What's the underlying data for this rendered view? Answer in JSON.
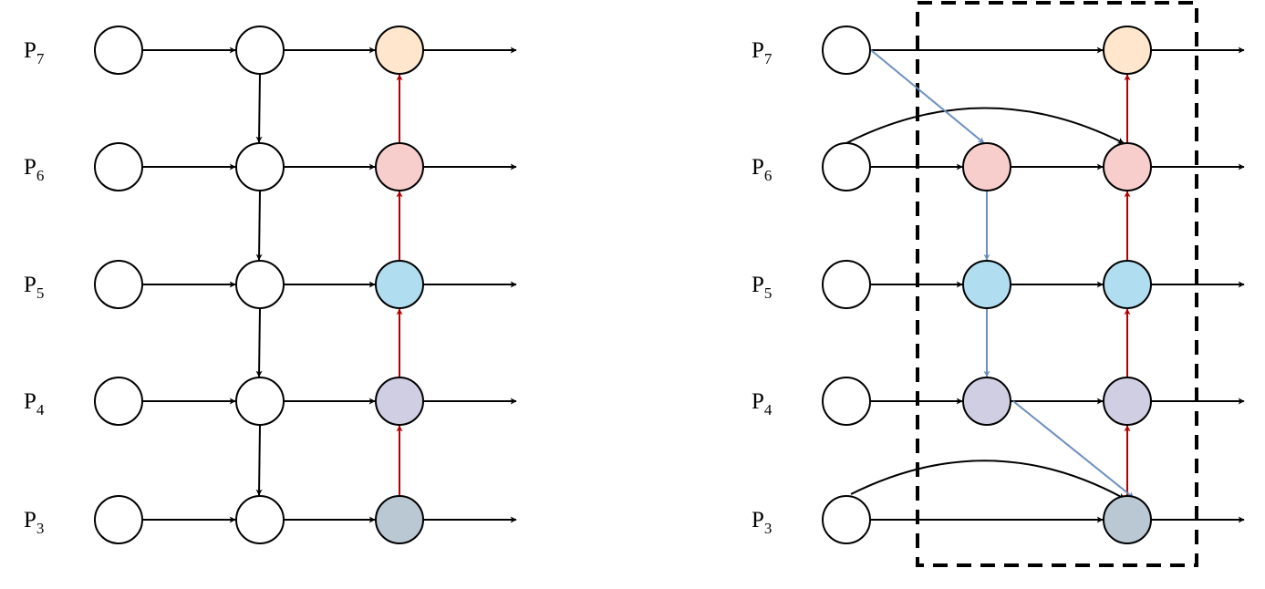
{
  "levels": [
    {
      "id": "p7",
      "base": "P",
      "sub": "7"
    },
    {
      "id": "p6",
      "base": "P",
      "sub": "6"
    },
    {
      "id": "p5",
      "base": "P",
      "sub": "5"
    },
    {
      "id": "p4",
      "base": "P",
      "sub": "4"
    },
    {
      "id": "p3",
      "base": "P",
      "sub": "3"
    }
  ],
  "colors": {
    "p7": "#ffe6cc",
    "p6": "#f8cecc",
    "p5": "#b1ddf0",
    "p4": "#d0cee2",
    "p3": "#bac8d3",
    "empty": "#ffffff",
    "black_edge": "#000000",
    "red_edge": "#b20000",
    "blue_edge": "#6c8ebf"
  },
  "left_diagram": {
    "columns": [
      "input",
      "top-down",
      "bottom-up"
    ],
    "top_down_path": [
      "p7",
      "p6",
      "p5",
      "p4",
      "p3"
    ],
    "bottom_up_path": [
      "p3",
      "p4",
      "p5",
      "p6",
      "p7"
    ]
  },
  "right_diagram": {
    "columns": [
      "input",
      "intermediate",
      "output"
    ],
    "intermediate_levels": [
      "p6",
      "p5",
      "p4"
    ],
    "blue_path": [
      "p7",
      "p6",
      "p5",
      "p4",
      "p3"
    ],
    "red_path": [
      "p3",
      "p4",
      "p5",
      "p6",
      "p7"
    ],
    "skip_curves": [
      [
        "p6",
        "p6"
      ],
      [
        "p3",
        "p3"
      ]
    ],
    "dashed_box": true
  }
}
